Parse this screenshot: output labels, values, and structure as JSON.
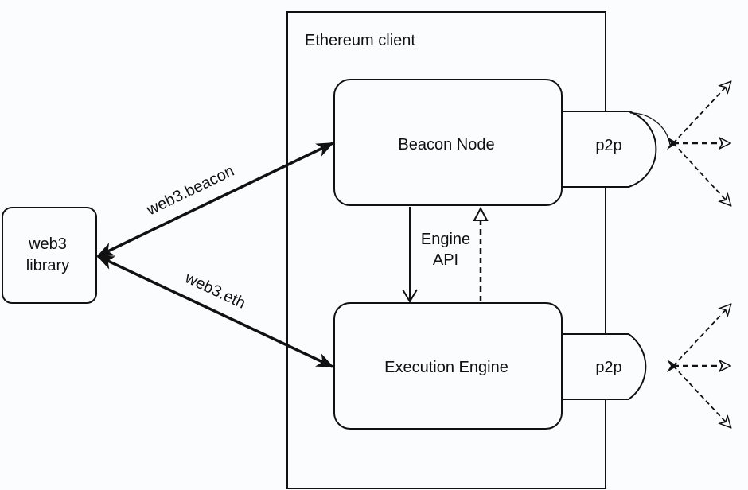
{
  "diagram": {
    "container": {
      "label": "Ethereum client"
    },
    "nodes": {
      "beacon_node": {
        "label": "Beacon Node"
      },
      "execution_engine": {
        "label": "Execution Engine"
      },
      "web3_library": {
        "line1": "web3",
        "line2": "library"
      },
      "p2p_beacon": {
        "label": "p2p"
      },
      "p2p_execution": {
        "label": "p2p"
      }
    },
    "edges": {
      "web3_beacon": {
        "label": "web3.beacon",
        "from": "web3 library",
        "to": "Beacon Node",
        "style": "solid",
        "direction": "bidirectional"
      },
      "web3_eth": {
        "label": "web3.eth",
        "from": "web3 library",
        "to": "Execution Engine",
        "style": "solid",
        "direction": "bidirectional"
      },
      "engine_api": {
        "line1": "Engine",
        "line2": "API",
        "down_style": "solid",
        "up_style": "dashed"
      },
      "p2p_peers": {
        "style": "dashed",
        "count_per_p2p": 3
      }
    },
    "colors": {
      "stroke": "#111111",
      "background": "#fbfcfd"
    }
  }
}
